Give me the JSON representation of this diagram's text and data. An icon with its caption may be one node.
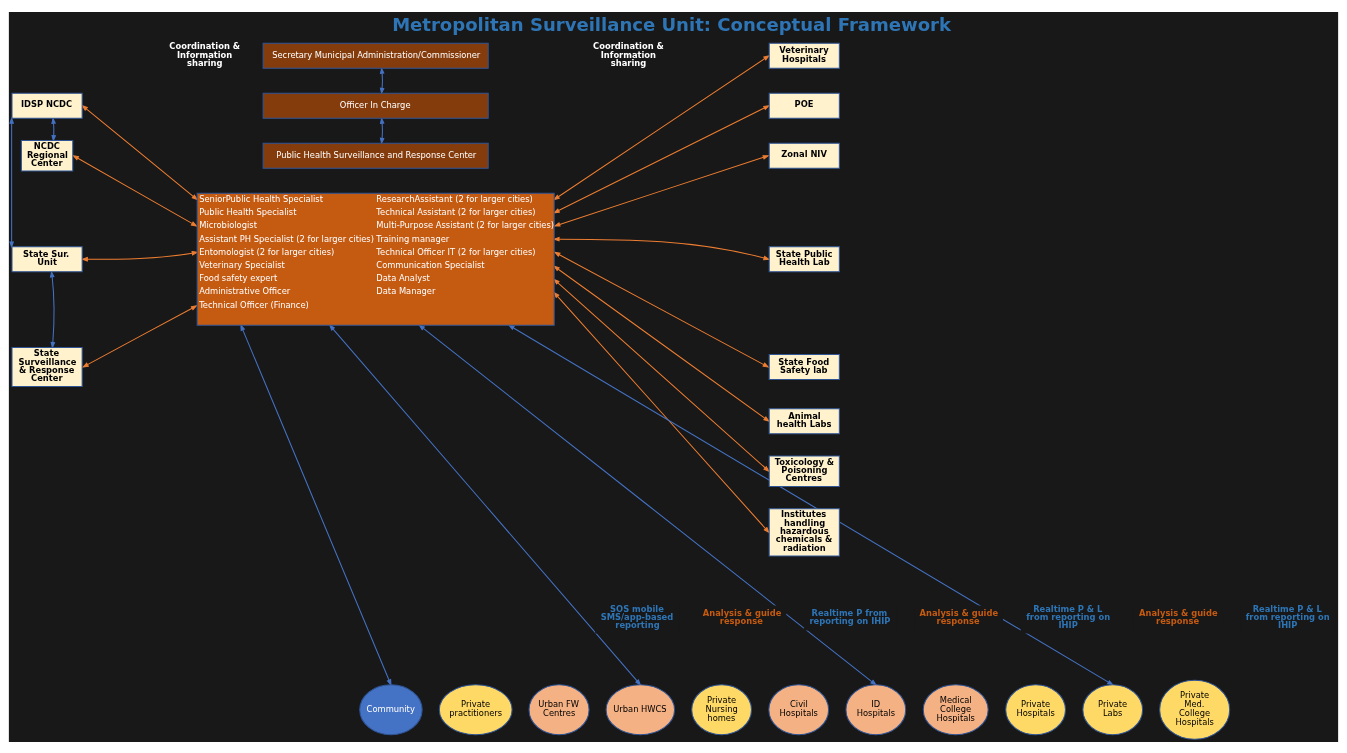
{
  "diagram": {
    "title": "Metropolitan Surveillance Unit: Conceptual Framework",
    "nodes": [
      {
        "text": [
          "Secretary Municipal Administration/Commissioner"
        ]
      },
      {
        "text": [
          "Officer In Charge"
        ]
      },
      {
        "text": [
          "Public Health Surveillance and Response Center"
        ]
      },
      {
        "text": [
          "SeniorPublic Health Specialist",
          "Public Health Specialist",
          "Microbiologist",
          "Assistant PH Specialist (2 for larger cities)",
          "Entomologist (2 for larger cities)",
          "Veterinary Specialist",
          "Food safety expert",
          "Administrative Officer",
          "Technical Officer (Finance)",
          "ResearchAssistant (2 for larger cities)",
          "Technical Assistant (2 for larger cities)",
          "Multi-Purpose Assistant (2 for larger cities)",
          "Training manager",
          "Technical Officer IT (2 for larger cities)",
          "Communication Specialist",
          "Data Analyst",
          "Data Manager"
        ]
      },
      {
        "text": [
          "IDSP NCDC"
        ]
      },
      {
        "text": [
          "NCDC Regional Center"
        ]
      },
      {
        "text": [
          "State Sur. Unit"
        ]
      },
      {
        "text": [
          "State Surveillance & Response Center"
        ]
      },
      {
        "text": [
          "Veterinary Hospitals"
        ]
      },
      {
        "text": [
          "POE"
        ]
      },
      {
        "text": [
          "Zonal NIV"
        ]
      },
      {
        "text": [
          "State Public Health Lab"
        ]
      },
      {
        "text": [
          "State Food Safety lab"
        ]
      },
      {
        "text": [
          "Animal health Labs"
        ]
      },
      {
        "text": [
          "Toxicology & Poisoning Centres"
        ]
      },
      {
        "text": [
          "Institutes handling hazardous chemicals & radiation"
        ]
      },
      {
        "text": [
          "Community"
        ]
      },
      {
        "text": [
          "Private practitioners"
        ]
      },
      {
        "text": [
          "Urban FW Centres"
        ]
      },
      {
        "text": [
          "Urban HWCS"
        ]
      },
      {
        "text": [
          "Private Nursing homes"
        ]
      },
      {
        "text": [
          "Civil Hospitals"
        ]
      },
      {
        "text": [
          "ID Hospitals"
        ]
      },
      {
        "text": [
          "Medical College Hospitals"
        ]
      },
      {
        "text": [
          "Private Hospitals"
        ]
      },
      {
        "text": [
          "Private Labs"
        ]
      },
      {
        "text": [
          "Private Med. College Hospitals"
        ]
      }
    ],
    "edges": [
      {
        "from": 0,
        "to": 1,
        "arrow": "both",
        "color": "#4472c4"
      },
      {
        "from": 1,
        "to": 2,
        "arrow": "both",
        "color": "#4472c4"
      },
      {
        "from": 4,
        "to": 5,
        "arrow": "both",
        "color": "#4472c4"
      },
      {
        "from": 4,
        "to": 6,
        "arrow": "both",
        "color": "#4472c4"
      },
      {
        "from": 6,
        "to": 7,
        "arrow": "both",
        "color": "#4472c4"
      },
      {
        "from": 4,
        "to": 3,
        "arrow": "both"
      },
      {
        "from": 5,
        "to": 3,
        "arrow": "both"
      },
      {
        "from": 6,
        "to": 3,
        "arrow": "both"
      },
      {
        "from": 7,
        "to": 3,
        "arrow": "both"
      },
      {
        "from": 3,
        "to": 8,
        "arrow": "both"
      },
      {
        "from": 3,
        "to": 9,
        "arrow": "both"
      },
      {
        "from": 3,
        "to": 10,
        "arrow": "both"
      },
      {
        "from": 3,
        "to": 11,
        "arrow": "both"
      },
      {
        "from": 3,
        "to": 12,
        "arrow": "both"
      },
      {
        "from": 3,
        "to": 13,
        "arrow": "both"
      },
      {
        "from": 3,
        "to": 14,
        "arrow": "both"
      },
      {
        "from": 3,
        "to": 15,
        "arrow": "both"
      },
      {
        "from": 3,
        "to": 16,
        "arrow": "both",
        "color": "#4472c4"
      },
      {
        "from": 3,
        "to": 19,
        "arrow": "both",
        "color": "#4472c4"
      },
      {
        "from": 3,
        "to": 22,
        "arrow": "both",
        "color": "#4472c4"
      },
      {
        "from": 3,
        "to": 25,
        "arrow": "both",
        "color": "#4472c4"
      }
    ],
    "labels": [
      "Coordination & Information sharing",
      "Coordination & Information sharing",
      "SOS mobile SMS/app-based reporting",
      "Analysis & guide response",
      "Realtime P from reporting on IHIP",
      "Analysis & guide response",
      "Realtime P & L from reporting on IHIP",
      "Analysis & guide response",
      "Realtime P & L from reporting on IHIP"
    ]
  }
}
